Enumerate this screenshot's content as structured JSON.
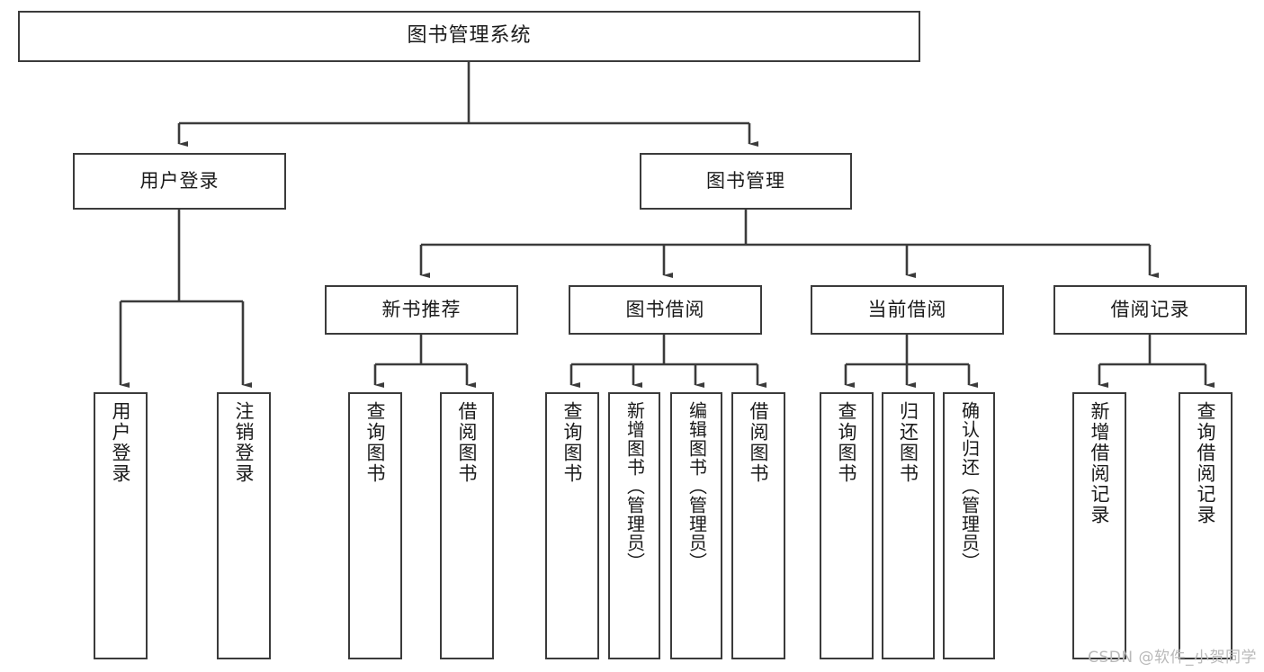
{
  "diagram": {
    "type": "tree",
    "title": "图书管理系统",
    "watermark": "CSDN @软件_小贺同学",
    "colors": {
      "box_border": "#3b3b3b",
      "box_fill": "#ffffff",
      "connector": "#3b3b3b",
      "text": "#1a1a1a",
      "watermark": "#b9b9b9"
    },
    "nodes": {
      "root": {
        "label": "图书管理系统"
      },
      "level1": [
        {
          "id": "user-login",
          "label": "用户登录"
        },
        {
          "id": "book-manage",
          "label": "图书管理"
        }
      ],
      "level2": [
        {
          "id": "new-book-rec",
          "label": "新书推荐",
          "parent": "book-manage"
        },
        {
          "id": "book-borrow",
          "label": "图书借阅",
          "parent": "book-manage"
        },
        {
          "id": "current-borrow",
          "label": "当前借阅",
          "parent": "book-manage"
        },
        {
          "id": "borrow-record",
          "label": "借阅记录",
          "parent": "book-manage"
        }
      ],
      "leaves": [
        {
          "id": "leaf-user-login",
          "label": "用户登录",
          "parent": "user-login"
        },
        {
          "id": "leaf-logout",
          "label": "注销登录",
          "parent": "user-login"
        },
        {
          "id": "leaf-query-book-1",
          "label": "查询图书",
          "parent": "new-book-rec"
        },
        {
          "id": "leaf-borrow-book-1",
          "label": "借阅图书",
          "parent": "new-book-rec"
        },
        {
          "id": "leaf-query-book-2",
          "label": "查询图书",
          "parent": "book-borrow"
        },
        {
          "id": "leaf-add-book",
          "label": "新增图书（管理员）",
          "parent": "book-borrow"
        },
        {
          "id": "leaf-edit-book",
          "label": "编辑图书（管理员）",
          "parent": "book-borrow"
        },
        {
          "id": "leaf-borrow-book-2",
          "label": "借阅图书",
          "parent": "book-borrow"
        },
        {
          "id": "leaf-query-book-3",
          "label": "查询图书",
          "parent": "current-borrow"
        },
        {
          "id": "leaf-return-book",
          "label": "归还图书",
          "parent": "current-borrow"
        },
        {
          "id": "leaf-confirm-return",
          "label": "确认归还（管理员）",
          "parent": "current-borrow"
        },
        {
          "id": "leaf-add-record",
          "label": "新增借阅记录",
          "parent": "borrow-record"
        },
        {
          "id": "leaf-query-record",
          "label": "查询借阅记录",
          "parent": "borrow-record"
        }
      ]
    }
  }
}
